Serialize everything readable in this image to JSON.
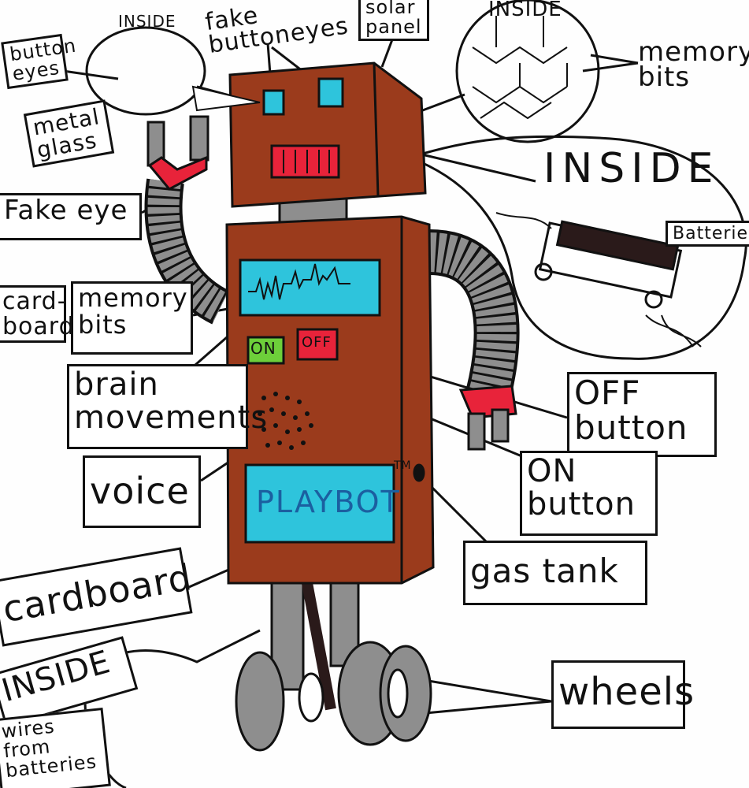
{
  "title": "PLAYBOT",
  "trademark": "TM",
  "labels": {
    "button_eyes": "button eyes",
    "inside_small": "INSIDE",
    "fake_button_eyes": "fake buttoneyes",
    "solar_panel": "solar panel",
    "inside_top_right": "INSIDE",
    "memory_bits_top": "memory bits",
    "metal_glass": "metal glass",
    "fake_eye": "Fake eye",
    "inside_batteries": "INSIDE",
    "batteries": "Batteries",
    "cardboard_left": "card-board",
    "memory_bits_left": "memory bits",
    "brain_movements": "brain movements",
    "voice": "voice",
    "off_button": "OFF button",
    "on_button": "ON button",
    "gas_tank": "gas tank",
    "cardboard_bottom": "cardboard",
    "inside_bottom": "INSIDE",
    "wires_from_batteries": "wires from batteries",
    "wheels": "wheels"
  },
  "robot": {
    "on_label": "ON",
    "off_label": "OFF"
  },
  "colors": {
    "body": "#9b3b1c",
    "screen": "#2ec4dc",
    "metal": "#8e8e8e",
    "accent_red": "#e8233a",
    "on_green": "#6dcf3a"
  }
}
